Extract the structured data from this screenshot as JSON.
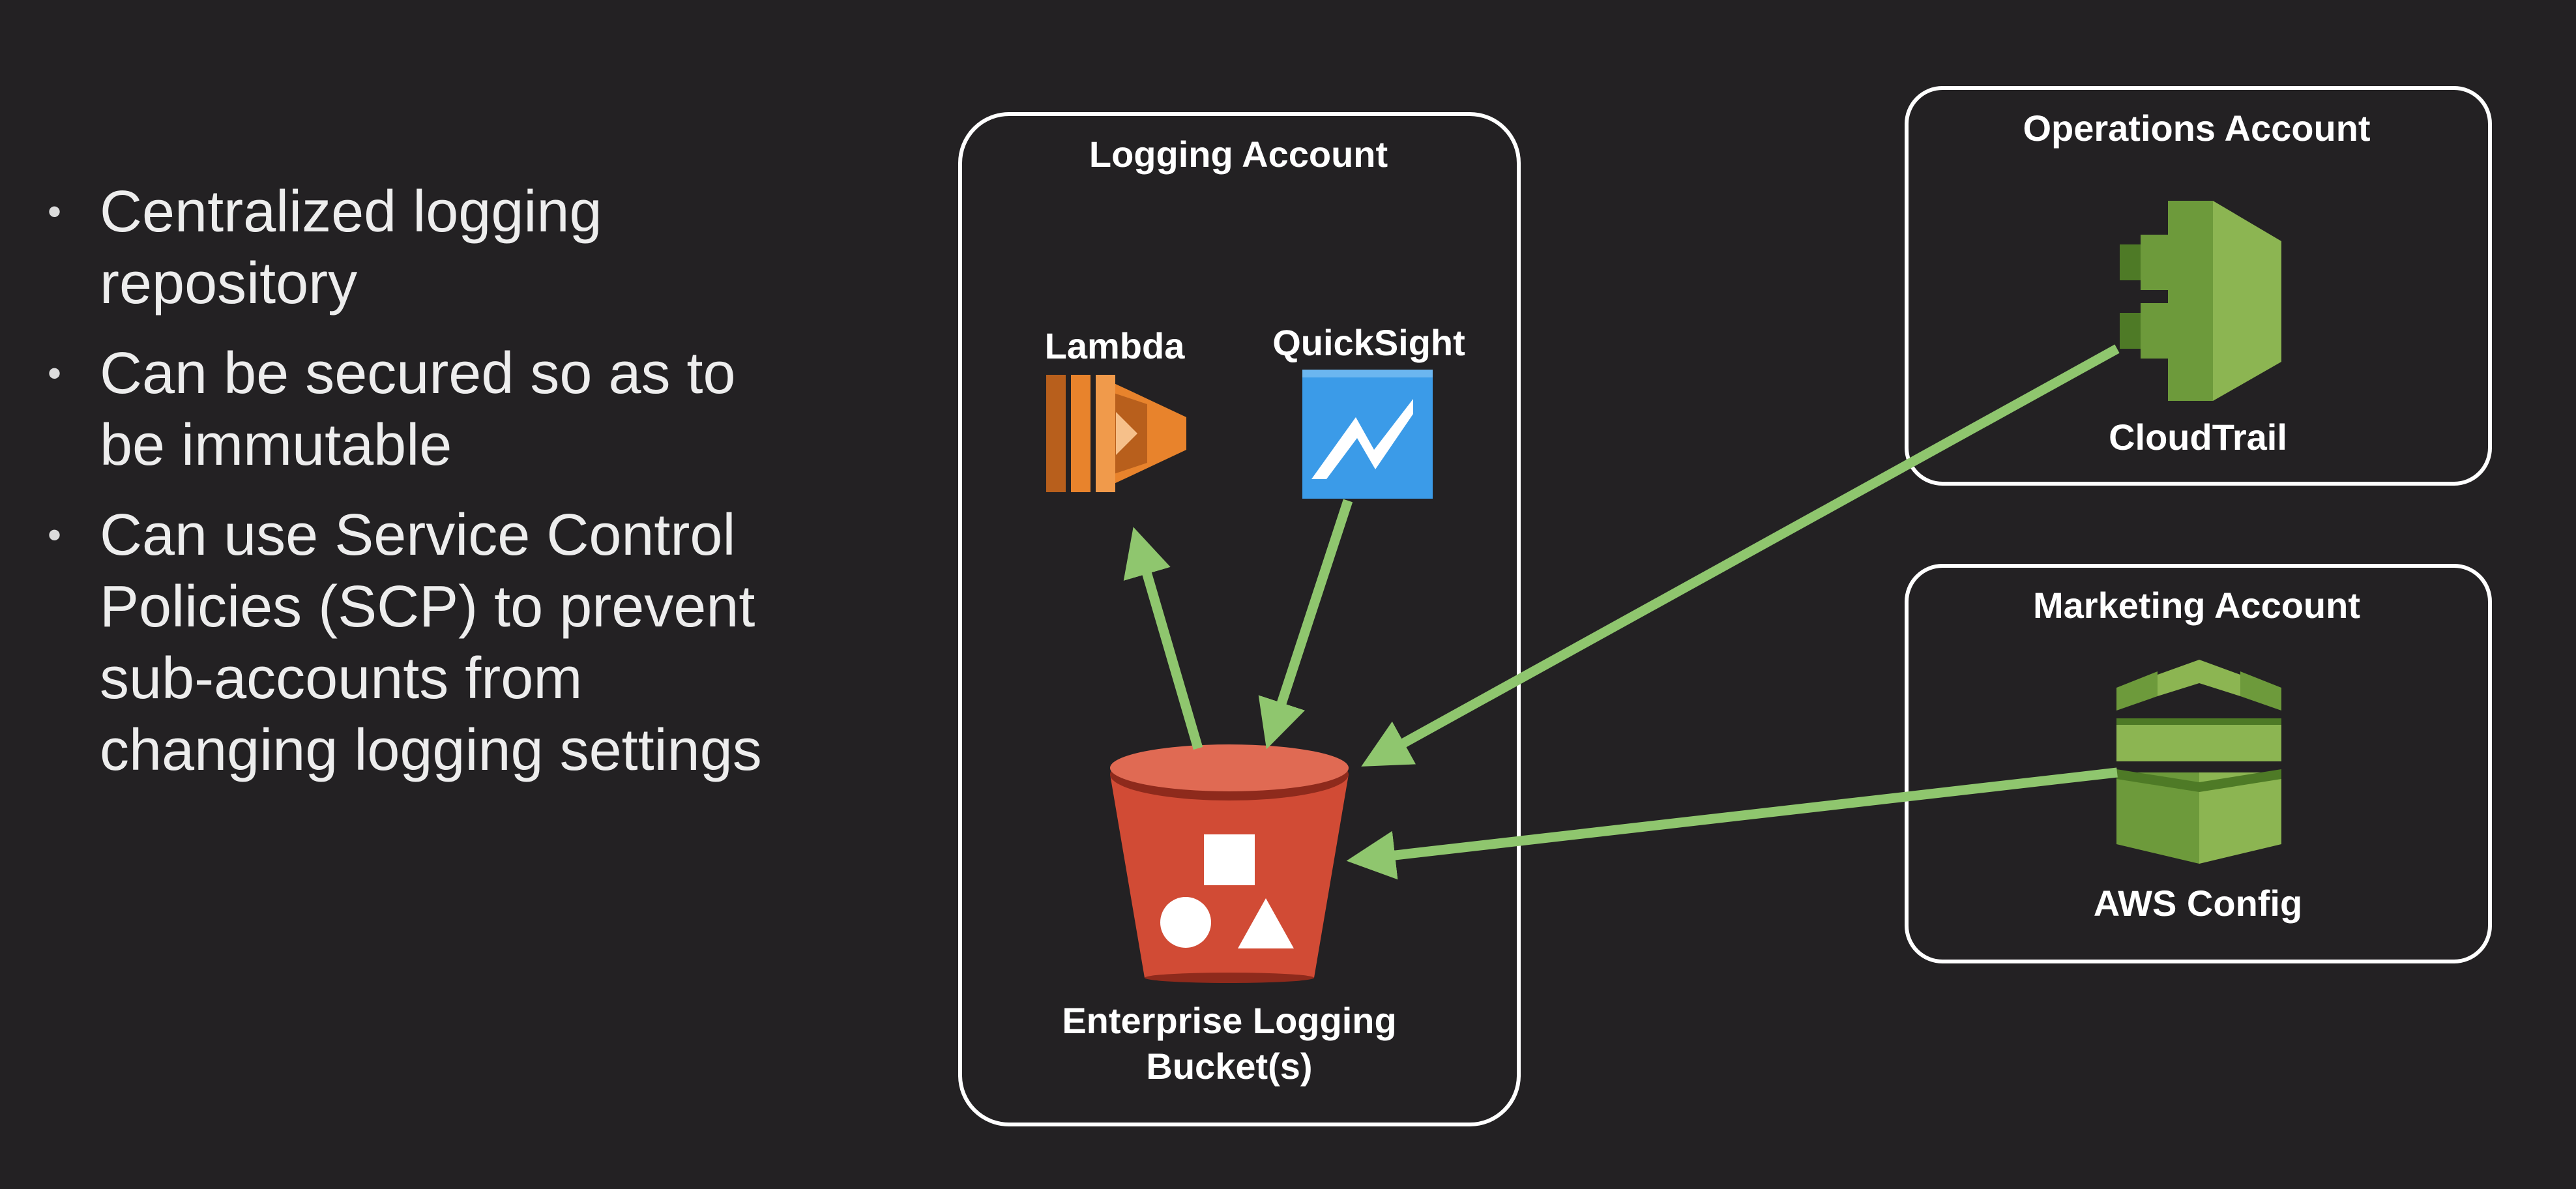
{
  "bullets": [
    {
      "text": "Centralized logging repository"
    },
    {
      "text": "Can be secured so as to be immutable"
    },
    {
      "text": "Can use Service Control Policies (SCP) to prevent sub-accounts from changing logging settings"
    }
  ],
  "accounts": {
    "logging": {
      "title": "Logging Account",
      "services": {
        "lambda": "Lambda",
        "quicksight": "QuickSight",
        "bucket_line1": "Enterprise Logging",
        "bucket_line2": "Bucket(s)"
      }
    },
    "operations": {
      "title": "Operations Account",
      "services": {
        "cloudtrail": "CloudTrail"
      }
    },
    "marketing": {
      "title": "Marketing Account",
      "services": {
        "config": "AWS Config"
      }
    }
  },
  "colors": {
    "background": "#232123",
    "arrow": "#8fc66e",
    "box_border": "#ffffff",
    "lambda_orange": "#e8832c",
    "quicksight_blue": "#3b9be8",
    "s3_red": "#d14b35",
    "aws_green": "#6d9a3b"
  },
  "icons": [
    "lambda-icon",
    "quicksight-icon",
    "s3-bucket-icon",
    "cloudtrail-icon",
    "aws-config-icon"
  ]
}
